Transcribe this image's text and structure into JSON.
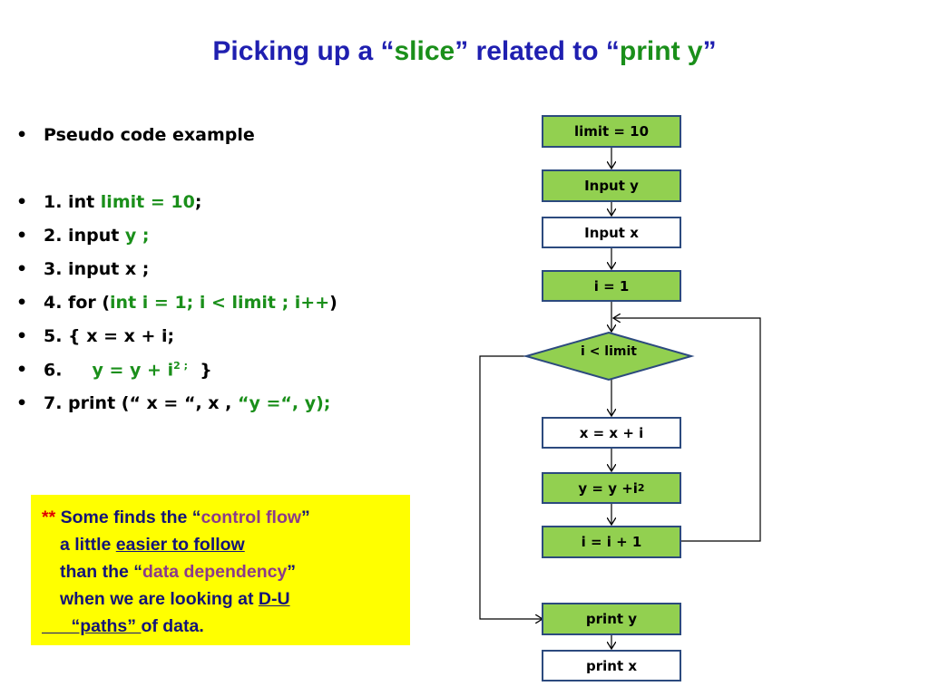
{
  "slide": {
    "title_parts": [
      "Picking up a “",
      "slice",
      "” related to “",
      "print y",
      "”"
    ]
  },
  "code": {
    "heading": "Pseudo code example",
    "lines": [
      {
        "plain": "1. int ",
        "green": "limit = 10",
        "after": ";"
      },
      {
        "plain": "2. input ",
        "green": "y ;"
      },
      {
        "plain": "3. input x ;"
      },
      {
        "plain": "4. for (",
        "green": "int i = 1;  i < limit ; i++",
        "after": ")"
      },
      {
        "plain": "5.  {  x = x + i;"
      },
      {
        "plain": "6.     ",
        "green": "y = y + i",
        "sup": "2 ;",
        "after": "  }"
      },
      {
        "plain": "7. print (“ x = “, x , ",
        "green": "“y  =“, y);"
      }
    ]
  },
  "note": {
    "stars": "**",
    "l1_a": " Some finds the “",
    "l1_b": "control flow",
    "l1_c": "”",
    "l2_a": "a little ",
    "l2_b": "easier to follow",
    "l3_a": "than the “",
    "l3_b": "data dependency",
    "l3_c": "”",
    "l4_a": "when we are looking at ",
    "l4_b": "D-U",
    "l5_a": "      “paths” ",
    "l5_b": "of data."
  },
  "flow": {
    "limit": "limit = 10",
    "input_y": "Input y",
    "input_x": "Input x",
    "i1": "i = 1",
    "cond": "i <  limit",
    "xi": "x =  x + i",
    "yi": "y = y +i",
    "yi_sup": "2",
    "inc": "i =  i + 1",
    "print_y": "print y",
    "print_x": "print x"
  },
  "colors": {
    "title": "#1f1fb0",
    "green_text": "#1a8f1a",
    "box_green": "#92d050",
    "note_bg": "#ffff00"
  }
}
